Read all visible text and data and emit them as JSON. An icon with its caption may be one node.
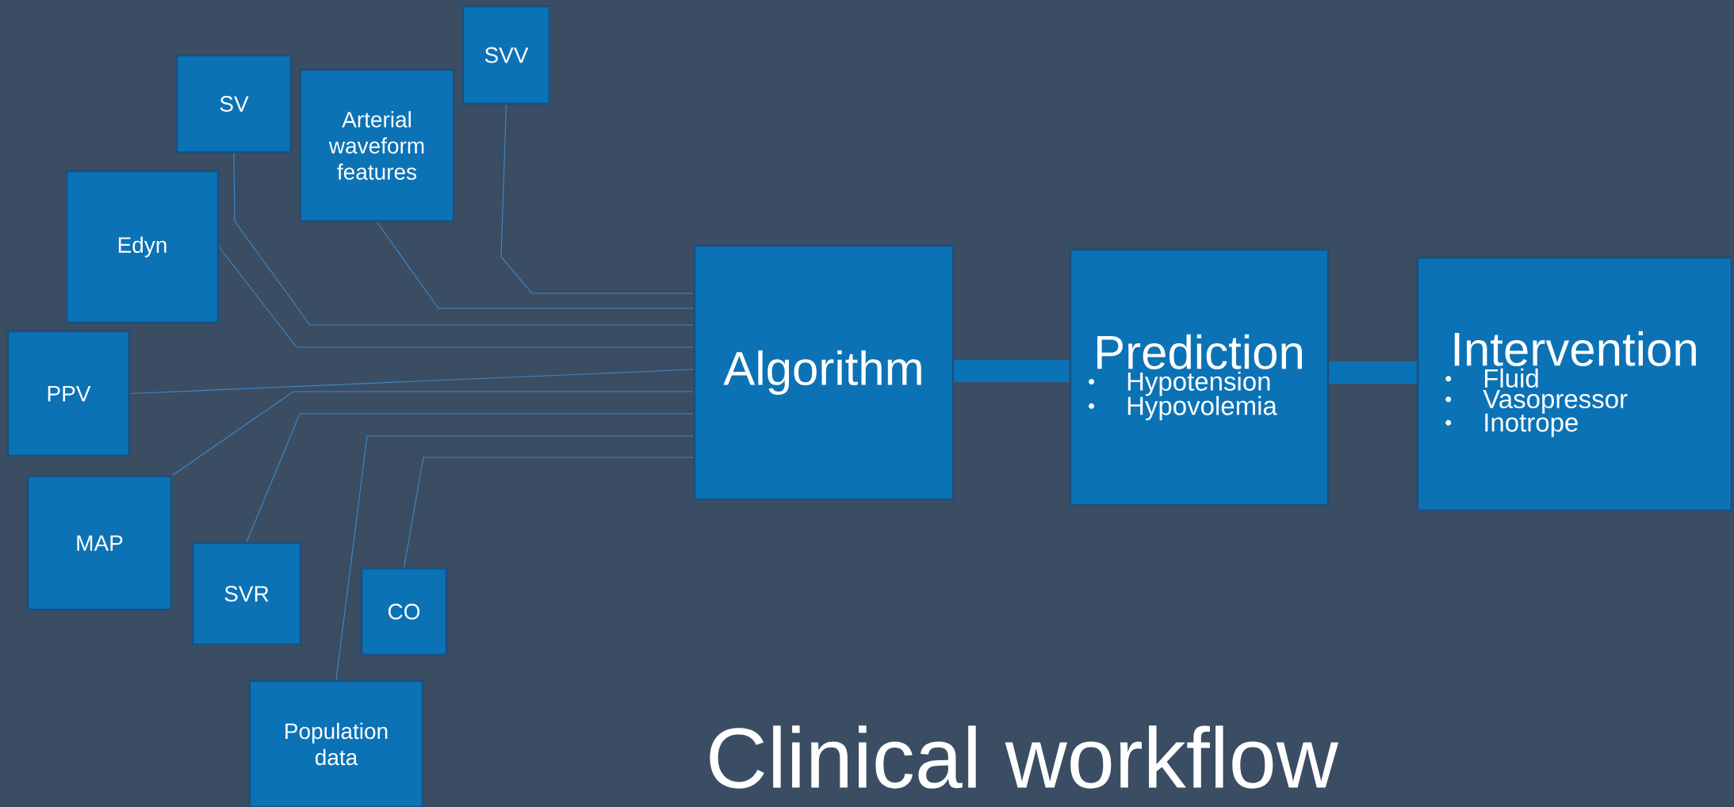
{
  "diagram": {
    "title": "Clinical workflow",
    "nodes": [
      {
        "text": [
          "SV"
        ]
      },
      {
        "text": [
          "Arterial waveform features"
        ]
      },
      {
        "text": [
          "SVV"
        ]
      },
      {
        "text": [
          "Edyn"
        ]
      },
      {
        "text": [
          "PPV"
        ]
      },
      {
        "text": [
          "MAP"
        ]
      },
      {
        "text": [
          "SVR"
        ]
      },
      {
        "text": [
          "CO"
        ]
      },
      {
        "text": [
          "Population data"
        ]
      },
      {
        "text": [
          "Algorithm"
        ]
      },
      {
        "text": [
          "Prediction",
          "Hypotension",
          "Hypovolemia"
        ]
      },
      {
        "text": [
          "Intervention",
          "Fluid",
          "Vasopressor",
          "Inotrope"
        ]
      }
    ],
    "edges": [
      {
        "from": 2,
        "to": 9,
        "arrow": "none"
      },
      {
        "from": 1,
        "to": 9,
        "arrow": "none"
      },
      {
        "from": 0,
        "to": 9,
        "arrow": "none"
      },
      {
        "from": 3,
        "to": 9,
        "arrow": "none"
      },
      {
        "from": 4,
        "to": 9,
        "arrow": "none"
      },
      {
        "from": 5,
        "to": 9,
        "arrow": "none"
      },
      {
        "from": 6,
        "to": 9,
        "arrow": "none"
      },
      {
        "from": 8,
        "to": 9,
        "arrow": "none"
      },
      {
        "from": 7,
        "to": 9,
        "arrow": "none"
      },
      {
        "from": 9,
        "to": 10,
        "arrow": "none",
        "style": "thick"
      },
      {
        "from": 10,
        "to": 11,
        "arrow": "none",
        "style": "thick"
      }
    ]
  }
}
